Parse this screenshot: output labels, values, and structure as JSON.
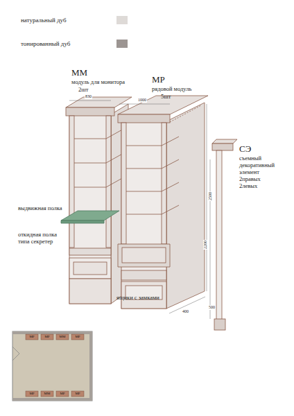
{
  "diagram": {
    "labels": [
      "ММ",
      "модуль для монитора",
      "2шт",
      "МР",
      "рядовой модуль",
      "5шт",
      "СЭ",
      "съемный декоративный элемент",
      "2правых",
      "2левых",
      "выдвижная полка",
      "откидная полка типа секретер",
      "ящики с замками",
      "830",
      "1000",
      "2500",
      "2200",
      "500",
      "400",
      "МР",
      "МР",
      "ММ",
      "МР",
      "МР",
      "ММ",
      "МР",
      "МР"
    ],
    "legend": [
      {
        "text": "натуральный дуб",
        "color": "#dedad7"
      },
      {
        "text": "тонированный дуб",
        "color": "#9c9592"
      }
    ]
  }
}
